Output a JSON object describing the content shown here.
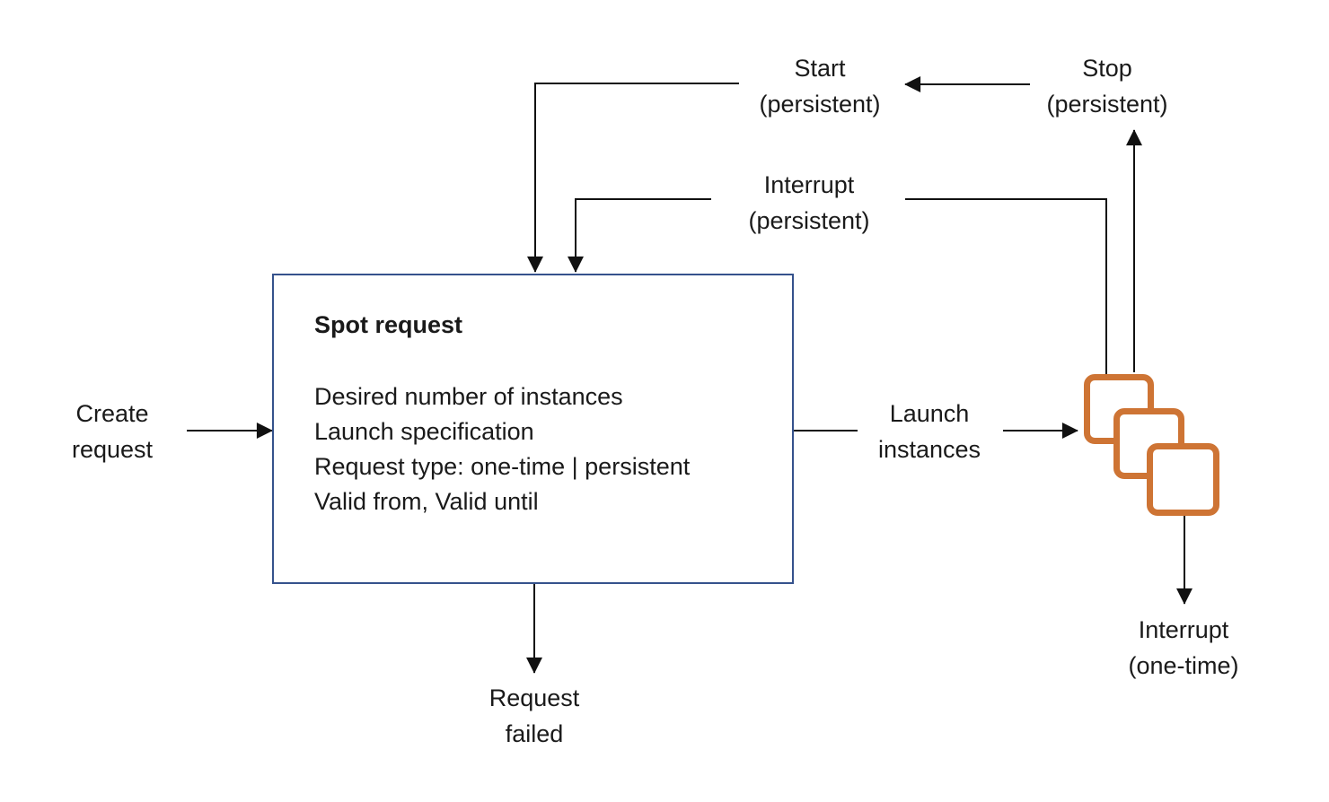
{
  "colors": {
    "box_border": "#35528C",
    "instance_orange": "#CE7434",
    "line": "#111111",
    "text": "#1a1a1a",
    "background": "#ffffff"
  },
  "spot_box": {
    "title": "Spot request",
    "lines": [
      "Desired number of instances",
      "Launch specification",
      "Request type: one-time | persistent",
      "Valid from, Valid until"
    ]
  },
  "labels": {
    "create_request": [
      "Create",
      "request"
    ],
    "start_persistent": [
      "Start",
      "(persistent)"
    ],
    "stop_persistent": [
      "Stop",
      "(persistent)"
    ],
    "interrupt_persistent": [
      "Interrupt",
      "(persistent)"
    ],
    "launch_instances": [
      "Launch",
      "instances"
    ],
    "interrupt_one_time": [
      "Interrupt",
      "(one-time)"
    ],
    "request_failed": [
      "Request",
      "failed"
    ]
  },
  "icons": {
    "instances_icon": "ec2-instances-stack"
  }
}
